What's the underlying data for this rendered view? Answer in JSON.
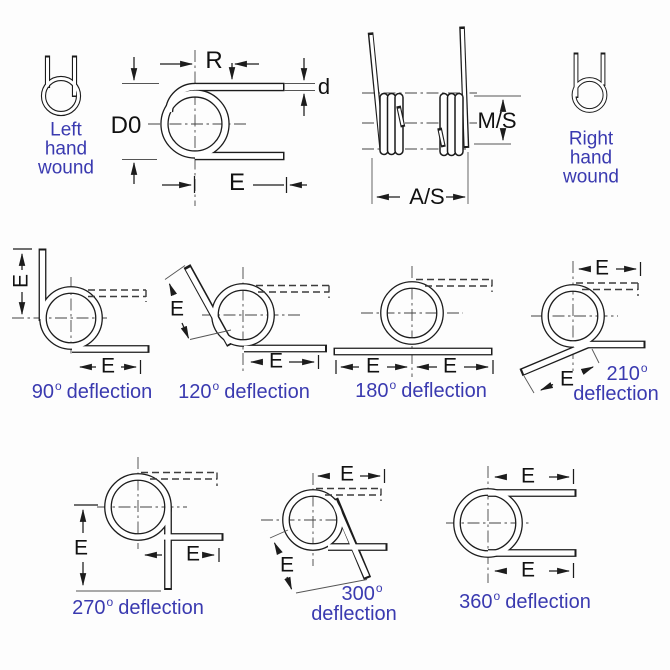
{
  "colors": {
    "label_blue": "#3a3ab0",
    "line_dark": "#1c1c1c",
    "background": "#fdfdfd"
  },
  "wound_labels": {
    "left": [
      "Left",
      "hand",
      "wound"
    ],
    "right": [
      "Right",
      "hand",
      "wound"
    ]
  },
  "dim_labels": {
    "R": "R",
    "d": "d",
    "D0": "D0",
    "E": "E",
    "MS": "M/S",
    "AS": "A/S"
  },
  "deflection_labels": {
    "degree": "o",
    "word": "deflection",
    "angles": [
      "90",
      "120",
      "180",
      "210",
      "270",
      "300",
      "360"
    ]
  }
}
